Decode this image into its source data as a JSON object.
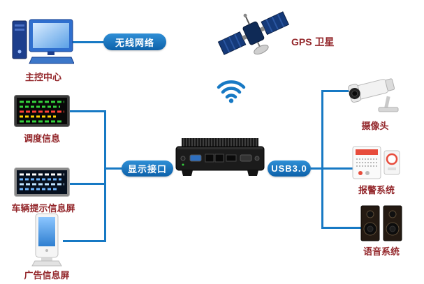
{
  "diagram": {
    "pills": {
      "wireless": "无线网络",
      "display": "显示接口",
      "usb": "USB3.0"
    },
    "labels": {
      "gps": "GPS 卫星",
      "main_control": "主控中心",
      "dispatch": "调度信息",
      "vehicle_info": "车辆提示信息屏",
      "ad_screen": "广告信息屏",
      "camera": "摄像头",
      "alarm": "报警系统",
      "voice": "语音系统"
    },
    "colors": {
      "line": "#1779c4",
      "pill_blue": "#1472bf",
      "label_red": "#93262a"
    }
  }
}
